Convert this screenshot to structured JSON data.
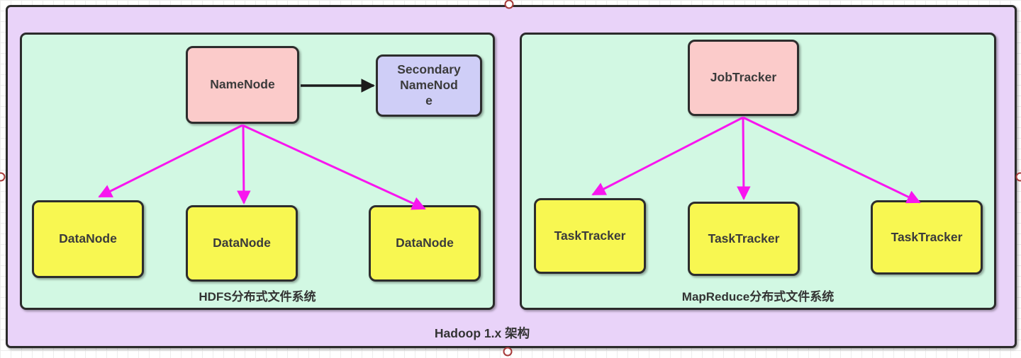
{
  "diagram": {
    "title": "Hadoop 1.x 架构",
    "hdfs_panel": {
      "caption": "HDFS分布式文件系统",
      "namenode_label": "NameNode",
      "secondary_namenode_lines": [
        "Secondary",
        "NameNod",
        "e"
      ],
      "datanode_labels": [
        "DataNode",
        "DataNode",
        "DataNode"
      ]
    },
    "mapreduce_panel": {
      "caption": "MapReduce分布式文件系统",
      "jobtracker_label": "JobTracker",
      "tasktracker_labels": [
        "TaskTracker",
        "TaskTracker",
        "TaskTracker"
      ]
    },
    "colors": {
      "outer_fill": "#e9d3f9",
      "panel_fill": "#d2f8e3",
      "master_node_fill": "#fbcbca",
      "secondary_node_fill": "#cfcef7",
      "worker_node_fill": "#f8f751",
      "node_border": "#2d2d2d",
      "flow_arrow": "#f816ef",
      "link_arrow": "#1c1c1c",
      "handle_border": "#a63a3a",
      "text": "#3b3b3b"
    }
  }
}
